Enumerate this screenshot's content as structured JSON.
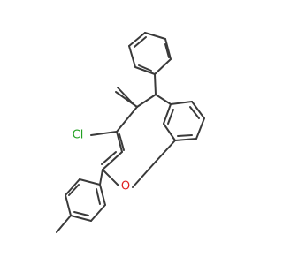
{
  "molecule": {
    "atoms": [
      {
        "id": "cl",
        "symbol": "Cl",
        "color": "#22a022"
      },
      {
        "id": "o",
        "symbol": "O",
        "color": "#e02020"
      }
    ]
  }
}
